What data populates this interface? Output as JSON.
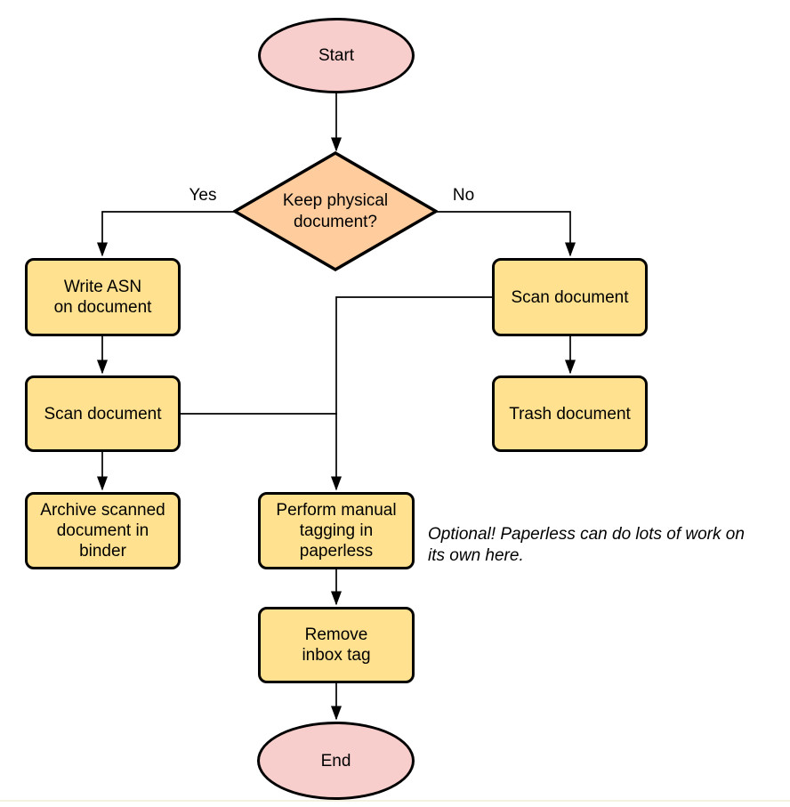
{
  "nodes": {
    "start": {
      "label": "Start",
      "type": "terminator"
    },
    "decision": {
      "label": "Keep physical\ndocument?",
      "type": "decision"
    },
    "write_asn": {
      "label": "Write ASN\non document",
      "type": "process"
    },
    "scan_left": {
      "label": "Scan document",
      "type": "process"
    },
    "archive": {
      "label": "Archive scanned\ndocument in\nbinder",
      "type": "process"
    },
    "scan_right": {
      "label": "Scan document",
      "type": "process"
    },
    "trash": {
      "label": "Trash document",
      "type": "process"
    },
    "tagging": {
      "label": "Perform manual\ntagging in\npaperless",
      "type": "process"
    },
    "remove_inbox": {
      "label": "Remove\ninbox tag",
      "type": "process"
    },
    "end": {
      "label": "End",
      "type": "terminator"
    }
  },
  "edge_labels": {
    "yes": "Yes",
    "no": "No"
  },
  "note": {
    "text": "Optional! Paperless can do lots of work on\nits own here."
  },
  "colors": {
    "terminator-fill": "#f8cecc",
    "decision-fill": "#ffcc9e",
    "process-fill": "#ffe18f",
    "stroke": "#000000",
    "background": "#ffffff"
  }
}
